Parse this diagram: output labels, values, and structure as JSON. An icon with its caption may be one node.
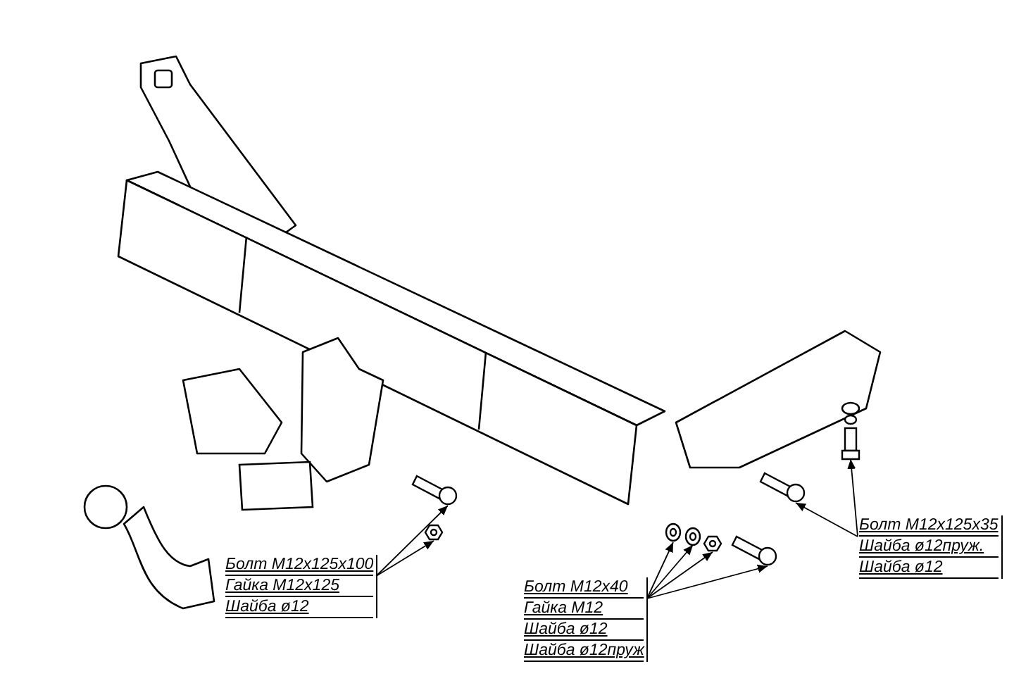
{
  "diagram": {
    "nodes": [
      {
        "text": [
          "Болт М12х125х100",
          "Гайка М12х125",
          "Шайба ø12"
        ]
      },
      {
        "text": [],
        "shape": "picture"
      },
      {
        "text": [],
        "shape": "picture"
      },
      {
        "text": [
          "Болт М12х40",
          "Гайка М12",
          "Шайба ø12",
          "Шайба ø12пруж"
        ]
      },
      {
        "text": [],
        "shape": "picture"
      },
      {
        "text": [],
        "shape": "picture"
      },
      {
        "text": [],
        "shape": "picture"
      },
      {
        "text": [],
        "shape": "picture"
      },
      {
        "text": [
          "Болт М12х125х35",
          "Шайба ø12пруж.",
          "Шайба ø12"
        ]
      },
      {
        "text": [],
        "shape": "picture"
      },
      {
        "text": [],
        "shape": "picture"
      }
    ],
    "edges": [
      {
        "from": 0,
        "to": 1,
        "arrow": "to"
      },
      {
        "from": 0,
        "to": 2,
        "arrow": "to"
      },
      {
        "from": 3,
        "to": 4,
        "arrow": "to"
      },
      {
        "from": 3,
        "to": 5,
        "arrow": "to"
      },
      {
        "from": 3,
        "to": 6,
        "arrow": "to"
      },
      {
        "from": 3,
        "to": 7,
        "arrow": "to"
      },
      {
        "from": 8,
        "to": 9,
        "arrow": "to"
      },
      {
        "from": 8,
        "to": 10,
        "arrow": "to"
      }
    ]
  }
}
